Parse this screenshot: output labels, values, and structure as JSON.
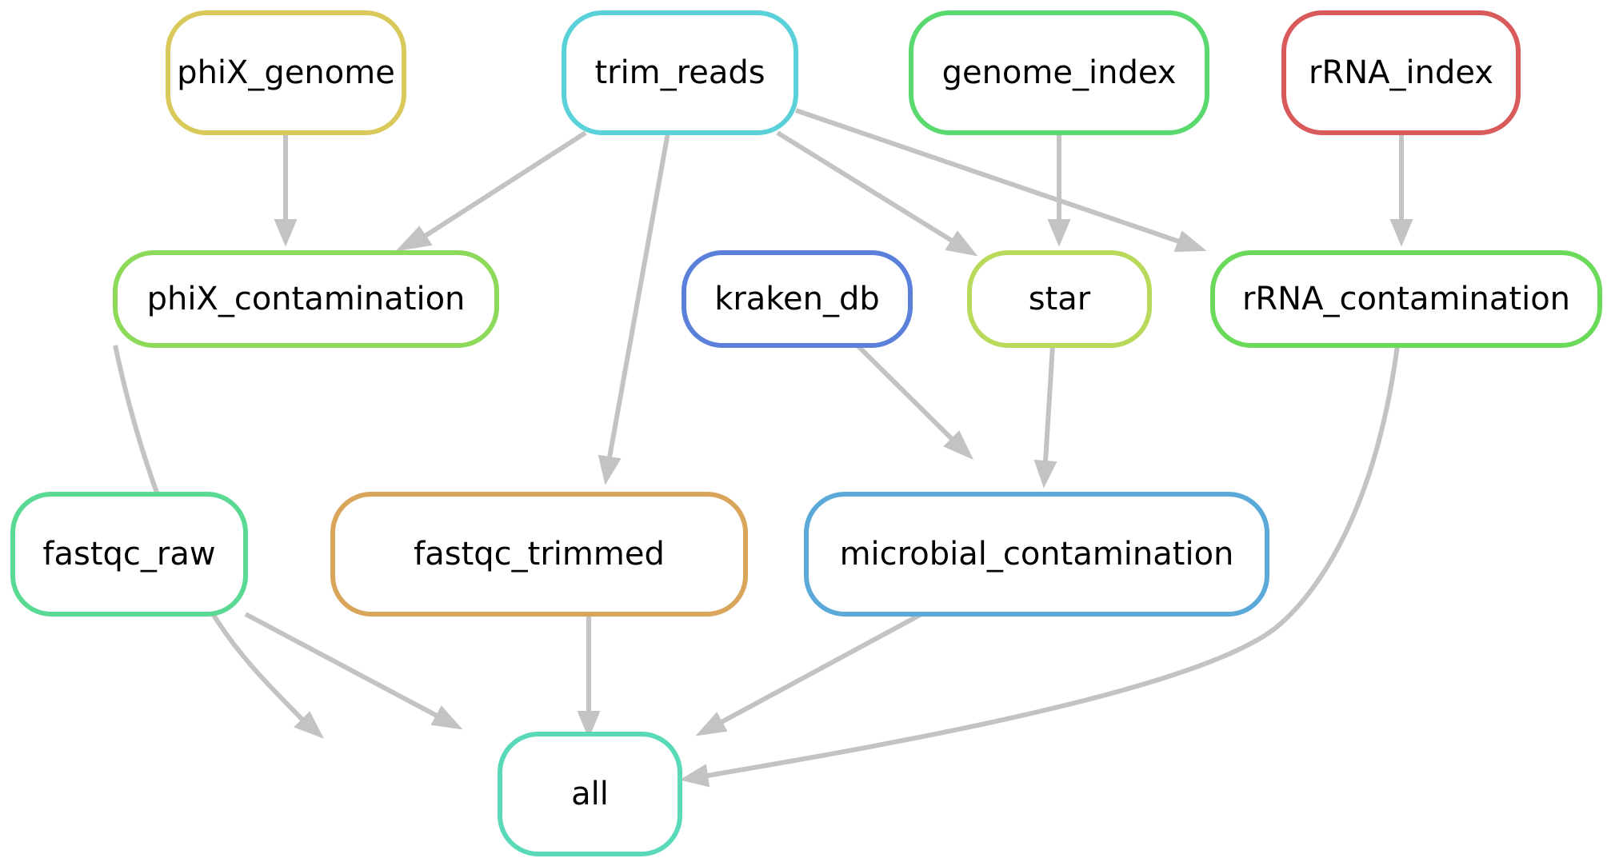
{
  "edge_color": "#c3c3c3",
  "nodes": [
    {
      "id": "phiX_genome",
      "label": "phiX_genome",
      "color": "#d9c95a"
    },
    {
      "id": "trim_reads",
      "label": "trim_reads",
      "color": "#5ad0d9"
    },
    {
      "id": "genome_index",
      "label": "genome_index",
      "color": "#5ad96f"
    },
    {
      "id": "rRNA_index",
      "label": "rRNA_index",
      "color": "#d95a5a"
    },
    {
      "id": "phiX_contamination",
      "label": "phiX_contamination",
      "color": "#8dd95a"
    },
    {
      "id": "kraken_db",
      "label": "kraken_db",
      "color": "#5a80d9"
    },
    {
      "id": "star",
      "label": "star",
      "color": "#b8d95a"
    },
    {
      "id": "rRNA_contamination",
      "label": "rRNA_contamination",
      "color": "#6bd95a"
    },
    {
      "id": "fastqc_raw",
      "label": "fastqc_raw",
      "color": "#5ad993"
    },
    {
      "id": "fastqc_trimmed",
      "label": "fastqc_trimmed",
      "color": "#d9a55a"
    },
    {
      "id": "microbial_contamination",
      "label": "microbial_contamination",
      "color": "#5aa9d9"
    },
    {
      "id": "all",
      "label": "all",
      "color": "#5ad9b8"
    }
  ],
  "edges": [
    {
      "from": "phiX_genome",
      "to": "phiX_contamination"
    },
    {
      "from": "trim_reads",
      "to": "phiX_contamination"
    },
    {
      "from": "trim_reads",
      "to": "fastqc_trimmed"
    },
    {
      "from": "trim_reads",
      "to": "star"
    },
    {
      "from": "trim_reads",
      "to": "rRNA_contamination"
    },
    {
      "from": "genome_index",
      "to": "star"
    },
    {
      "from": "rRNA_index",
      "to": "rRNA_contamination"
    },
    {
      "from": "kraken_db",
      "to": "microbial_contamination"
    },
    {
      "from": "star",
      "to": "microbial_contamination"
    },
    {
      "from": "phiX_contamination",
      "to": "all"
    },
    {
      "from": "fastqc_raw",
      "to": "all"
    },
    {
      "from": "fastqc_trimmed",
      "to": "all"
    },
    {
      "from": "microbial_contamination",
      "to": "all"
    },
    {
      "from": "rRNA_contamination",
      "to": "all"
    }
  ]
}
